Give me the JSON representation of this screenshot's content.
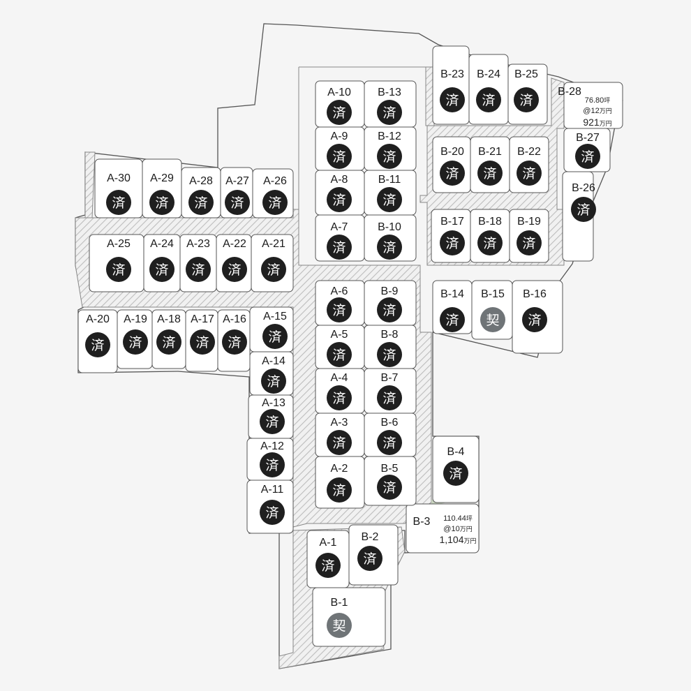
{
  "status_labels": {
    "sold": "済",
    "contract": "契"
  },
  "colors": {
    "sold": "#1f1f1f",
    "contract": "#6f7477",
    "road_hatch": "#bdbdbd",
    "lot_fill": "#ffffff",
    "outline": "#555555",
    "green_strip": "#c7d2bd"
  },
  "lots": [
    {
      "id": "A-1",
      "status": "sold"
    },
    {
      "id": "A-2",
      "status": "sold"
    },
    {
      "id": "A-3",
      "status": "sold"
    },
    {
      "id": "A-4",
      "status": "sold"
    },
    {
      "id": "A-5",
      "status": "sold"
    },
    {
      "id": "A-6",
      "status": "sold"
    },
    {
      "id": "A-7",
      "status": "sold"
    },
    {
      "id": "A-8",
      "status": "sold"
    },
    {
      "id": "A-9",
      "status": "sold"
    },
    {
      "id": "A-10",
      "status": "sold"
    },
    {
      "id": "A-11",
      "status": "sold"
    },
    {
      "id": "A-12",
      "status": "sold"
    },
    {
      "id": "A-13",
      "status": "sold"
    },
    {
      "id": "A-14",
      "status": "sold"
    },
    {
      "id": "A-15",
      "status": "sold"
    },
    {
      "id": "A-16",
      "status": "sold"
    },
    {
      "id": "A-17",
      "status": "sold"
    },
    {
      "id": "A-18",
      "status": "sold"
    },
    {
      "id": "A-19",
      "status": "sold"
    },
    {
      "id": "A-20",
      "status": "sold"
    },
    {
      "id": "A-21",
      "status": "sold"
    },
    {
      "id": "A-22",
      "status": "sold"
    },
    {
      "id": "A-23",
      "status": "sold"
    },
    {
      "id": "A-24",
      "status": "sold"
    },
    {
      "id": "A-25",
      "status": "sold"
    },
    {
      "id": "A-26",
      "status": "sold"
    },
    {
      "id": "A-27",
      "status": "sold"
    },
    {
      "id": "A-28",
      "status": "sold"
    },
    {
      "id": "A-29",
      "status": "sold"
    },
    {
      "id": "A-30",
      "status": "sold"
    },
    {
      "id": "B-1",
      "status": "contract"
    },
    {
      "id": "B-2",
      "status": "sold"
    },
    {
      "id": "B-3",
      "status": "available",
      "info": {
        "area": "110.44",
        "area_unit": "坪",
        "unit_price": "@10",
        "unit_price_unit": "万円",
        "total": "1,104",
        "total_unit": "万円"
      }
    },
    {
      "id": "B-4",
      "status": "sold"
    },
    {
      "id": "B-5",
      "status": "sold"
    },
    {
      "id": "B-6",
      "status": "sold"
    },
    {
      "id": "B-7",
      "status": "sold"
    },
    {
      "id": "B-8",
      "status": "sold"
    },
    {
      "id": "B-9",
      "status": "sold"
    },
    {
      "id": "B-10",
      "status": "sold"
    },
    {
      "id": "B-11",
      "status": "sold"
    },
    {
      "id": "B-12",
      "status": "sold"
    },
    {
      "id": "B-13",
      "status": "sold"
    },
    {
      "id": "B-14",
      "status": "sold"
    },
    {
      "id": "B-15",
      "status": "contract"
    },
    {
      "id": "B-16",
      "status": "sold"
    },
    {
      "id": "B-17",
      "status": "sold"
    },
    {
      "id": "B-18",
      "status": "sold"
    },
    {
      "id": "B-19",
      "status": "sold"
    },
    {
      "id": "B-20",
      "status": "sold"
    },
    {
      "id": "B-21",
      "status": "sold"
    },
    {
      "id": "B-22",
      "status": "sold"
    },
    {
      "id": "B-23",
      "status": "sold"
    },
    {
      "id": "B-24",
      "status": "sold"
    },
    {
      "id": "B-25",
      "status": "sold"
    },
    {
      "id": "B-26",
      "status": "sold"
    },
    {
      "id": "B-27",
      "status": "sold"
    },
    {
      "id": "B-28",
      "status": "available",
      "info": {
        "area": "76.80",
        "area_unit": "坪",
        "unit_price": "@12",
        "unit_price_unit": "万円",
        "total": "921",
        "total_unit": "万円"
      }
    }
  ]
}
